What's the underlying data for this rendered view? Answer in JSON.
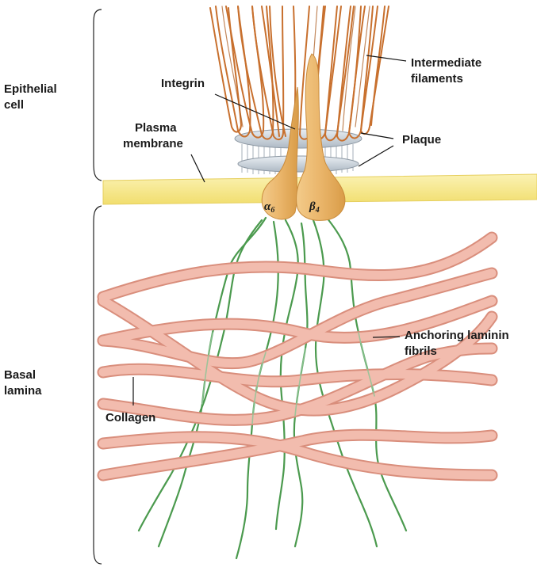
{
  "labels": {
    "epithelial_cell": [
      "Epithelial",
      "cell"
    ],
    "basal_lamina": [
      "Basal",
      "lamina"
    ],
    "integrin": "Integrin",
    "plasma_membrane": [
      "Plasma",
      "membrane"
    ],
    "intermediate_filaments": [
      "Intermediate",
      "filaments"
    ],
    "plaque": "Plaque",
    "anchoring_laminin_fibrils": [
      "Anchoring laminin",
      "fibrils"
    ],
    "collagen": "Collagen"
  },
  "subunits": {
    "alpha": {
      "symbol": "α",
      "subscript": "6"
    },
    "beta": {
      "symbol": "β",
      "subscript": "4"
    }
  },
  "colors": {
    "filament": "#c8702e",
    "plaque": "#c9d3dd",
    "membrane": "#f7ea8f",
    "integrin": "#eab56a",
    "collagen": "#eaa898",
    "laminin": "#4b9a4e",
    "leader_line": "#111111"
  }
}
